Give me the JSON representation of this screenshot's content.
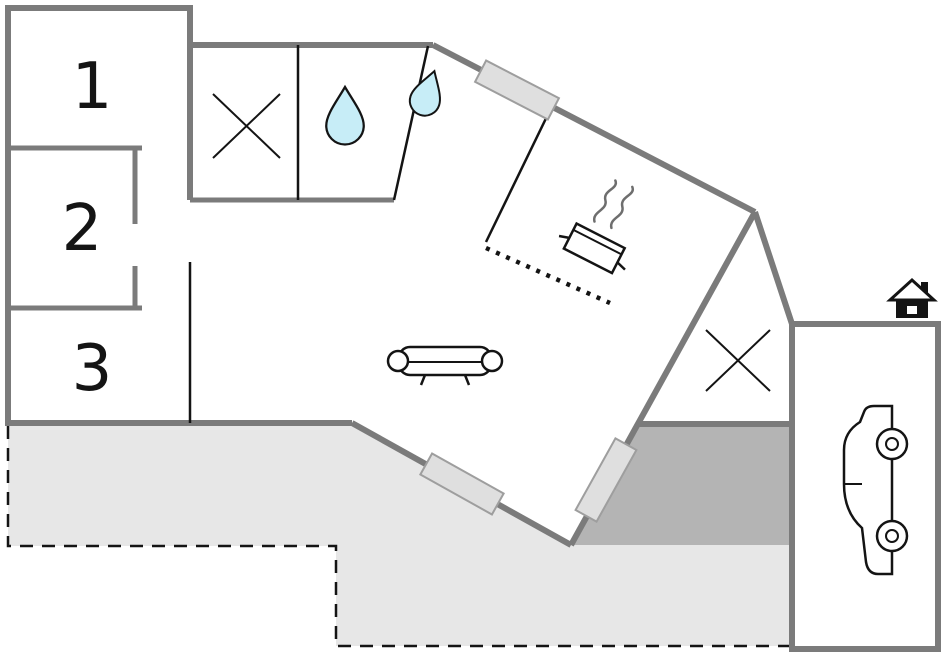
{
  "floorplan": {
    "rooms": [
      {
        "id": "room-1",
        "label": "1"
      },
      {
        "id": "room-2",
        "label": "2"
      },
      {
        "id": "room-3",
        "label": "3"
      }
    ],
    "icons": [
      {
        "name": "x-cross-icon",
        "location": "bathroom"
      },
      {
        "name": "water-drop-icon",
        "location": "bathroom-large"
      },
      {
        "name": "water-drop-icon",
        "location": "bathroom-small"
      },
      {
        "name": "cooking-pot-icon",
        "location": "kitchen"
      },
      {
        "name": "sofa-icon",
        "location": "living-room"
      },
      {
        "name": "x-cross-icon",
        "location": "storage"
      },
      {
        "name": "car-icon",
        "location": "garage"
      },
      {
        "name": "house-icon",
        "location": "entrance-marker"
      },
      {
        "name": "window-icon",
        "location": "kitchen-wall"
      },
      {
        "name": "window-icon",
        "location": "living-south-wall"
      },
      {
        "name": "window-icon",
        "location": "living-east-wall"
      }
    ],
    "colors": {
      "exterior_wall": "#7b7b7b",
      "interior_wall": "#141414",
      "terrace_light": "#e7e7e7",
      "terrace_dark": "#b4b4b4",
      "window_fill": "#dfdfdf",
      "window_border": "#9e9e9e",
      "water_drop": "#c7edf7",
      "background": "#ffffff"
    }
  }
}
